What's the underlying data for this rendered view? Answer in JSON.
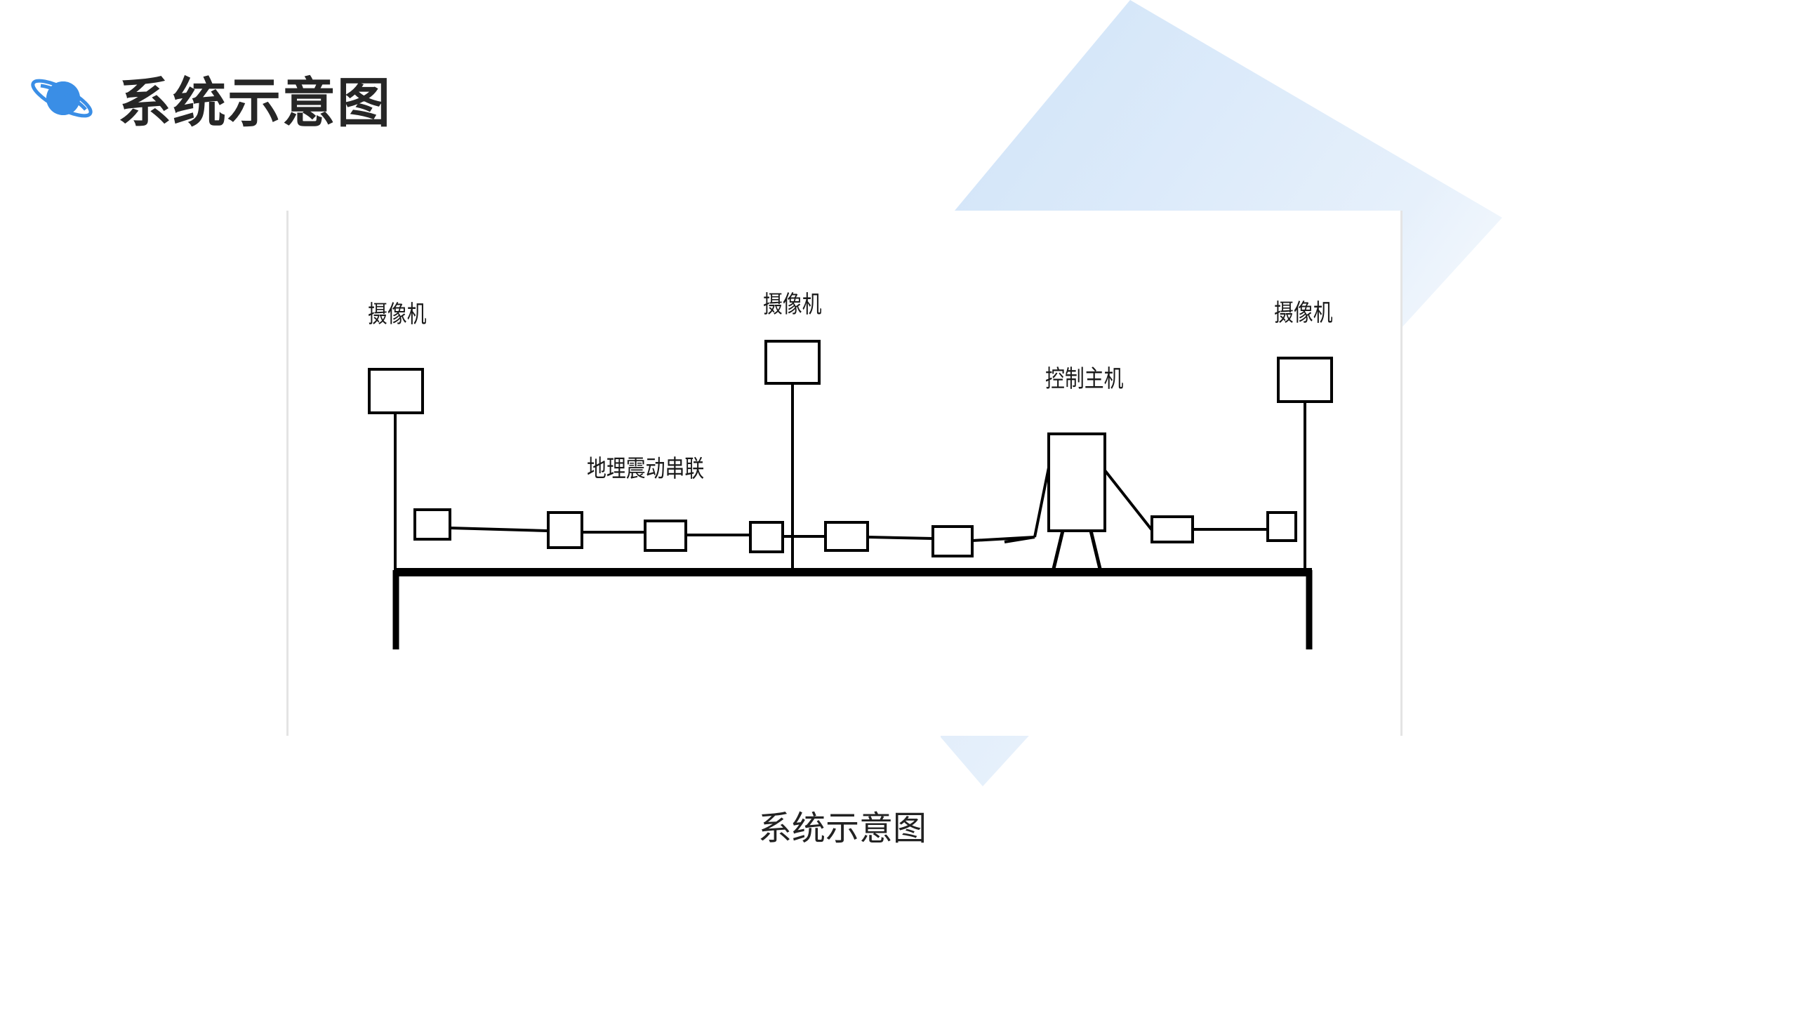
{
  "page": {
    "title": "系统示意图",
    "caption": "系统示意图",
    "accent_color": "#3a8ee6"
  },
  "diagram": {
    "labels": {
      "camera_left": "摄像机",
      "camera_center": "摄像机",
      "camera_right": "摄像机",
      "control_host": "控制主机",
      "geo_vibration_series": "地理震动串联"
    },
    "colors": {
      "stroke": "#000000",
      "background": "#ffffff"
    }
  },
  "icons": {
    "header_icon": "planet-icon"
  }
}
